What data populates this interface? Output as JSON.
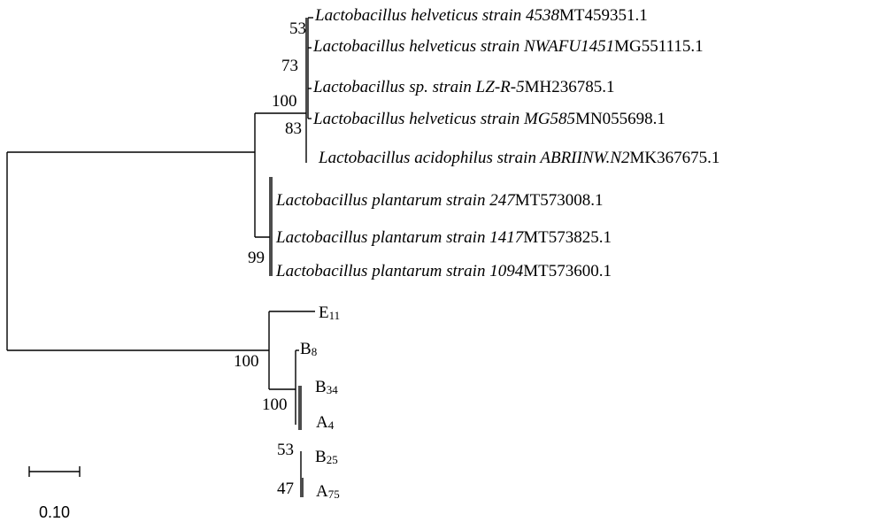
{
  "tree": {
    "taxa": {
      "lh4538": {
        "species": "Lactobacillus helveticus strain 4538",
        "accession": "MT459351.1"
      },
      "lhnwafu": {
        "species": "Lactobacillus helveticus strain NWAFU1451",
        "accession": "MG551115.1"
      },
      "lsp": {
        "species": "Lactobacillus sp. strain LZ-R-5",
        "accession": "MH236785.1"
      },
      "lhmg585": {
        "species": "Lactobacillus helveticus strain MG585",
        "accession": "MN055698.1"
      },
      "la": {
        "species": "Lactobacillus acidophilus strain ABRIINW.N2",
        "accession": "MK367675.1"
      },
      "lp247": {
        "species": "Lactobacillus plantarum strain 247",
        "accession": "MT573008.1"
      },
      "lp1417": {
        "species": "Lactobacillus plantarum strain 1417",
        "accession": "MT573825.1"
      },
      "lp1094": {
        "species": "Lactobacillus plantarum strain 1094",
        "accession": "MT573600.1"
      },
      "e11": {
        "base": "E",
        "sub": "11"
      },
      "b8": {
        "base": "B",
        "sub": "8"
      },
      "b34": {
        "base": "B",
        "sub": "34"
      },
      "a4": {
        "base": "A",
        "sub": "4"
      },
      "b25": {
        "base": "B",
        "sub": "25"
      },
      "a75": {
        "base": "A",
        "sub": "75"
      }
    },
    "bootstrap": {
      "n53a": "53",
      "n73": "73",
      "n100a": "100",
      "n83": "83",
      "n99": "99",
      "n100b": "100",
      "n100c": "100",
      "n53b": "53",
      "n47": "47"
    },
    "scale_bar": {
      "label": "0.10",
      "value": 0.1
    }
  }
}
